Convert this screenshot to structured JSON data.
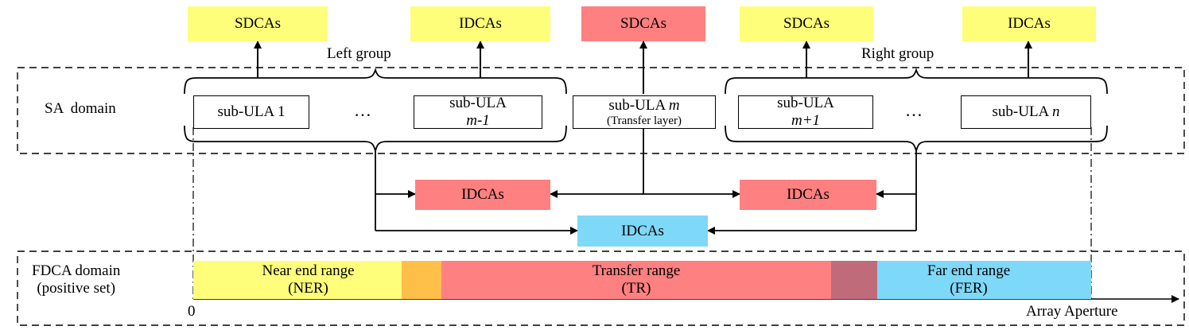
{
  "top": {
    "sdcas_left": "SDCAs",
    "idcas_left": "IDCAs",
    "sdcas_mid": "SDCAs",
    "sdcas_right": "SDCAs",
    "idcas_right": "IDCAs"
  },
  "groups": {
    "left": "Left group",
    "right": "Right group"
  },
  "sa_domain": {
    "label": "SA  domain",
    "sub_ula_1": "sub-ULA 1",
    "ellipsis_left": "…",
    "sub_ula_m_minus_1_line1": "sub-ULA",
    "sub_ula_m_minus_1_line2": "m-1",
    "sub_ula_m_line1": "sub-ULA ",
    "sub_ula_m_var": "m",
    "sub_ula_m_line2": "(Transfer layer)",
    "sub_ula_m_plus_1_line1": "sub-ULA",
    "sub_ula_m_plus_1_line2": "m+1",
    "ellipsis_right": "…",
    "sub_ula_n_prefix": "sub-ULA ",
    "sub_ula_n_var": "n"
  },
  "middle": {
    "idcas_left_red": "IDCAs",
    "idcas_right_red": "IDCAs",
    "idcas_blue": "IDCAs"
  },
  "fdca_domain": {
    "label_line1": "FDCA domain",
    "label_line2": "(positive set)",
    "ner_line1": "Near end range",
    "ner_line2": "(NER)",
    "tr_line1": "Transfer range",
    "tr_line2": "(TR)",
    "fer_line1": "Far end range",
    "fer_line2": "(FER)",
    "origin": "0",
    "axis_label": "Array Aperture"
  },
  "colors": {
    "yellow": "#fefe7a",
    "red": "#fe8080",
    "blue": "#7ed8f7",
    "orange": "#ffc04a",
    "mauve": "#bf6b7a"
  }
}
